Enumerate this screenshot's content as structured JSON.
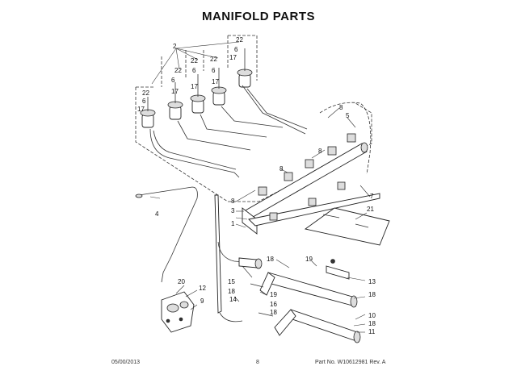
{
  "title": "MANIFOLD PARTS",
  "footer": {
    "date": "05/00/2013",
    "page": "8",
    "part_no": "Part No. W10612981  Rev. A"
  },
  "callouts": {
    "c1": "1",
    "c2": "2",
    "c3": "3",
    "c4": "4",
    "c5": "5",
    "c6": "6",
    "c7": "7",
    "c8": "8",
    "c9": "9",
    "c10": "10",
    "c11": "11",
    "c12": "12",
    "c13": "13",
    "c14": "14",
    "c15": "15",
    "c16": "16",
    "c17": "17",
    "c18": "18",
    "c19": "19",
    "c20": "20",
    "c21": "21",
    "c22": "22"
  }
}
